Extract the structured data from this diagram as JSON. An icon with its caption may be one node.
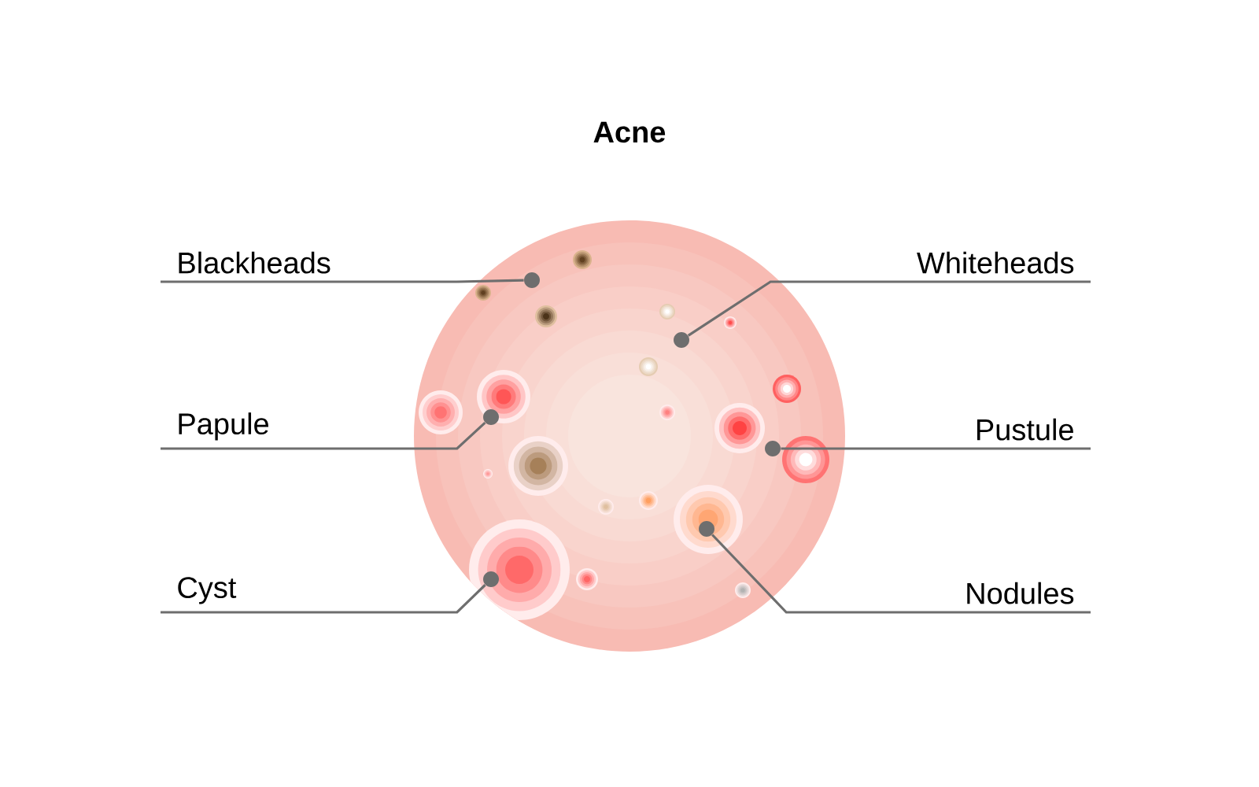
{
  "diagram": {
    "title": "Acne",
    "nodes": [
      {
        "text": [
          "Blackheads"
        ]
      },
      {
        "text": [
          "Whiteheads"
        ]
      },
      {
        "text": [
          "Papule"
        ]
      },
      {
        "text": [
          "Pustule"
        ]
      },
      {
        "text": [
          "Cyst"
        ]
      },
      {
        "text": [
          "Nodules"
        ]
      },
      {
        "text": [],
        "shape": "circle"
      },
      {
        "text": [],
        "shape": "circle"
      },
      {
        "text": [],
        "shape": "circle"
      },
      {
        "text": [],
        "shape": "circle"
      },
      {
        "text": [],
        "shape": "circle"
      },
      {
        "text": [],
        "shape": "circle"
      }
    ],
    "edges": [
      {
        "from": 0,
        "to": 6,
        "arrow": "none"
      },
      {
        "from": 1,
        "to": 7,
        "arrow": "none"
      },
      {
        "from": 2,
        "to": 8,
        "arrow": "none"
      },
      {
        "from": 3,
        "to": 9,
        "arrow": "none"
      },
      {
        "from": 4,
        "to": 10,
        "arrow": "none"
      },
      {
        "from": 5,
        "to": 11,
        "arrow": "none"
      }
    ]
  }
}
